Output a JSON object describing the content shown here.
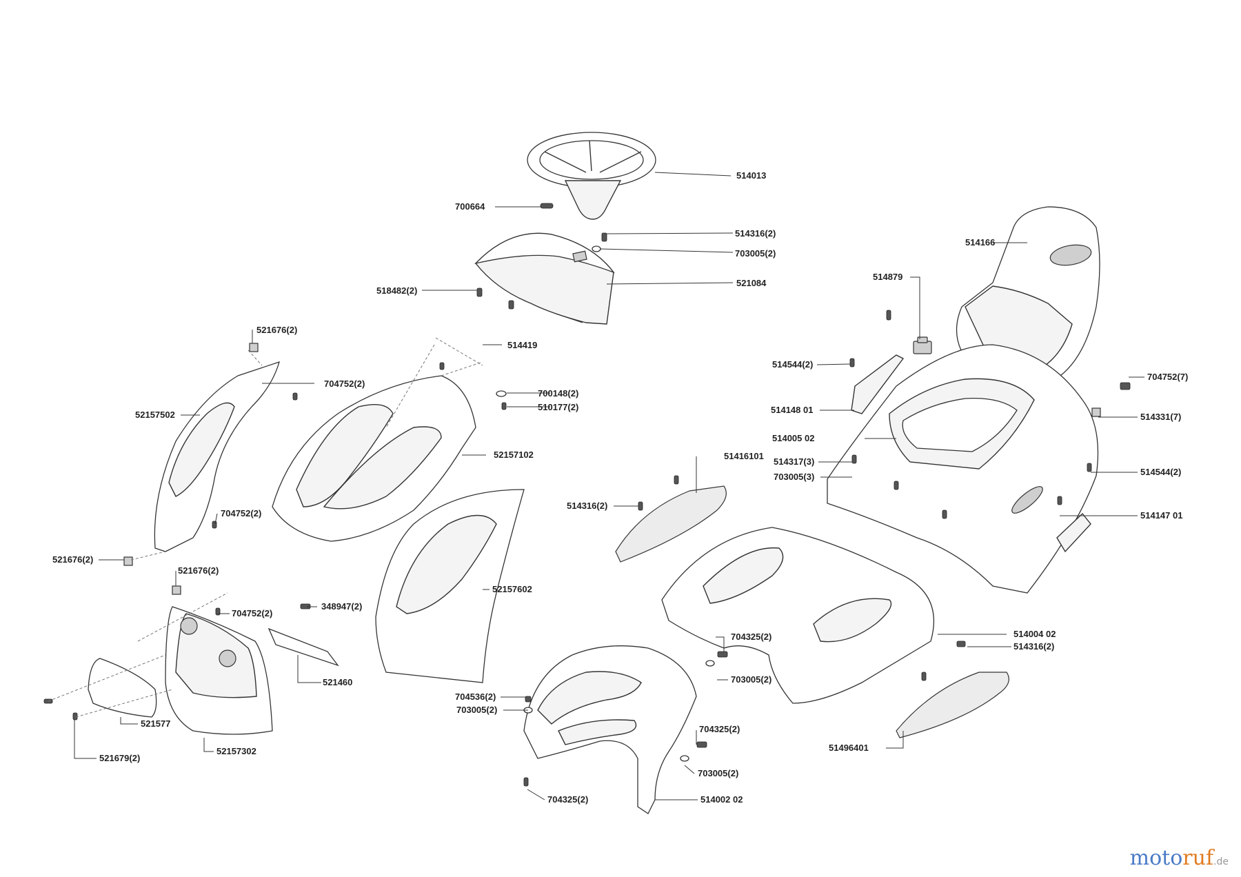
{
  "labels": {
    "l514013": "514013",
    "l700664": "700664",
    "l514316_2a": "514316(2)",
    "l703005_2a": "703005(2)",
    "l521084": "521084",
    "l518482_2": "518482(2)",
    "l514166": "514166",
    "l514879": "514879",
    "l521676_2a": "521676(2)",
    "l514419": "514419",
    "l704752_2a": "704752(2)",
    "l700148_2": "700148(2)",
    "l510177_2": "510177(2)",
    "l52157502": "52157502",
    "l52157102": "52157102",
    "l514544_2a": "514544(2)",
    "l514148_01": "514148 01",
    "l704752_7": "704752(7)",
    "l514331_7": "514331(7)",
    "l514005_02": "514005 02",
    "l514317_3": "514317(3)",
    "l703005_3": "703005(3)",
    "l51416101": "51416101",
    "l514544_2b": "514544(2)",
    "l514316_2b": "514316(2)",
    "l704752_2b": "704752(2)",
    "l514147_01": "514147 01",
    "l521676_2b": "521676(2)",
    "l521676_2c": "521676(2)",
    "l704752_2c": "704752(2)",
    "l348947_2": "348947(2)",
    "l52157602": "52157602",
    "l514004_02": "514004 02",
    "l704325_2a": "704325(2)",
    "l514316_2c": "514316(2)",
    "l703005_2b": "703005(2)",
    "l521460": "521460",
    "l704536_2": "704536(2)",
    "l703005_2c": "703005(2)",
    "l521577": "521577",
    "l704325_2b": "704325(2)",
    "l51496401": "51496401",
    "l703005_2d": "703005(2)",
    "l521679_2": "521679(2)",
    "l52157302": "52157302",
    "l704325_2c": "704325(2)",
    "l514002_02": "514002 02"
  },
  "watermark": {
    "part1": "moto",
    "part2": "ruf",
    "part3": ".de"
  }
}
